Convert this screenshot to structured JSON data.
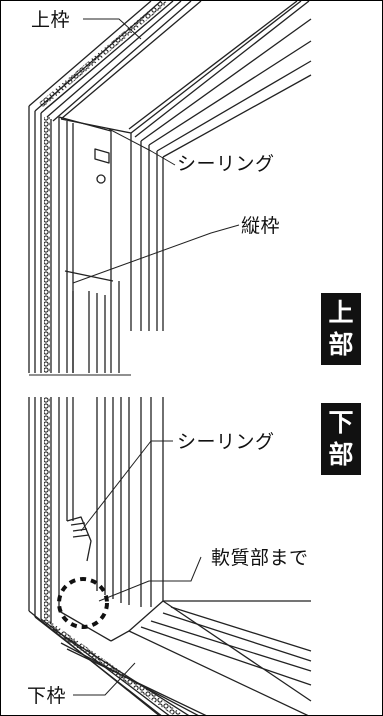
{
  "labels": {
    "top_frame": "上枠",
    "sealing_top": "シーリング",
    "vertical_frame": "縦枠",
    "sealing_bottom": "シーリング",
    "soft_part": "軟質部まで",
    "bottom_frame": "下枠"
  },
  "badges": {
    "upper": [
      "上",
      "部"
    ],
    "lower": [
      "下",
      "部"
    ]
  },
  "colors": {
    "line": "#222222",
    "badge_bg": "#111111",
    "badge_text": "#ffffff"
  }
}
